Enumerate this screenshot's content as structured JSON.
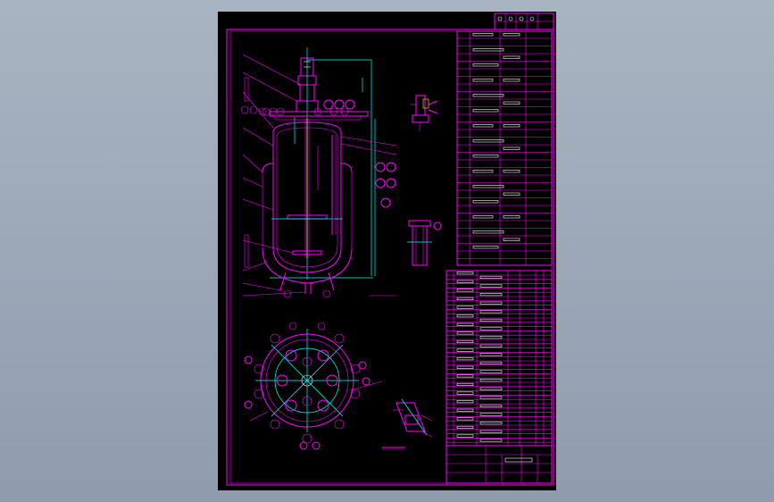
{
  "viewer": {
    "background_top": "#a9b4c2",
    "background_bottom": "#8f9cae",
    "sheet_color": "#000000"
  },
  "drawing": {
    "line_color": "#ff00ff",
    "dimension_color": "#00ffff",
    "aux_colors": [
      "#ffffff",
      "#ffff00",
      "#00ff00"
    ],
    "title_block_text": "",
    "views": [
      "front-section-view",
      "top-view",
      "detail-view-a",
      "detail-view-b",
      "detail-view-c"
    ]
  }
}
